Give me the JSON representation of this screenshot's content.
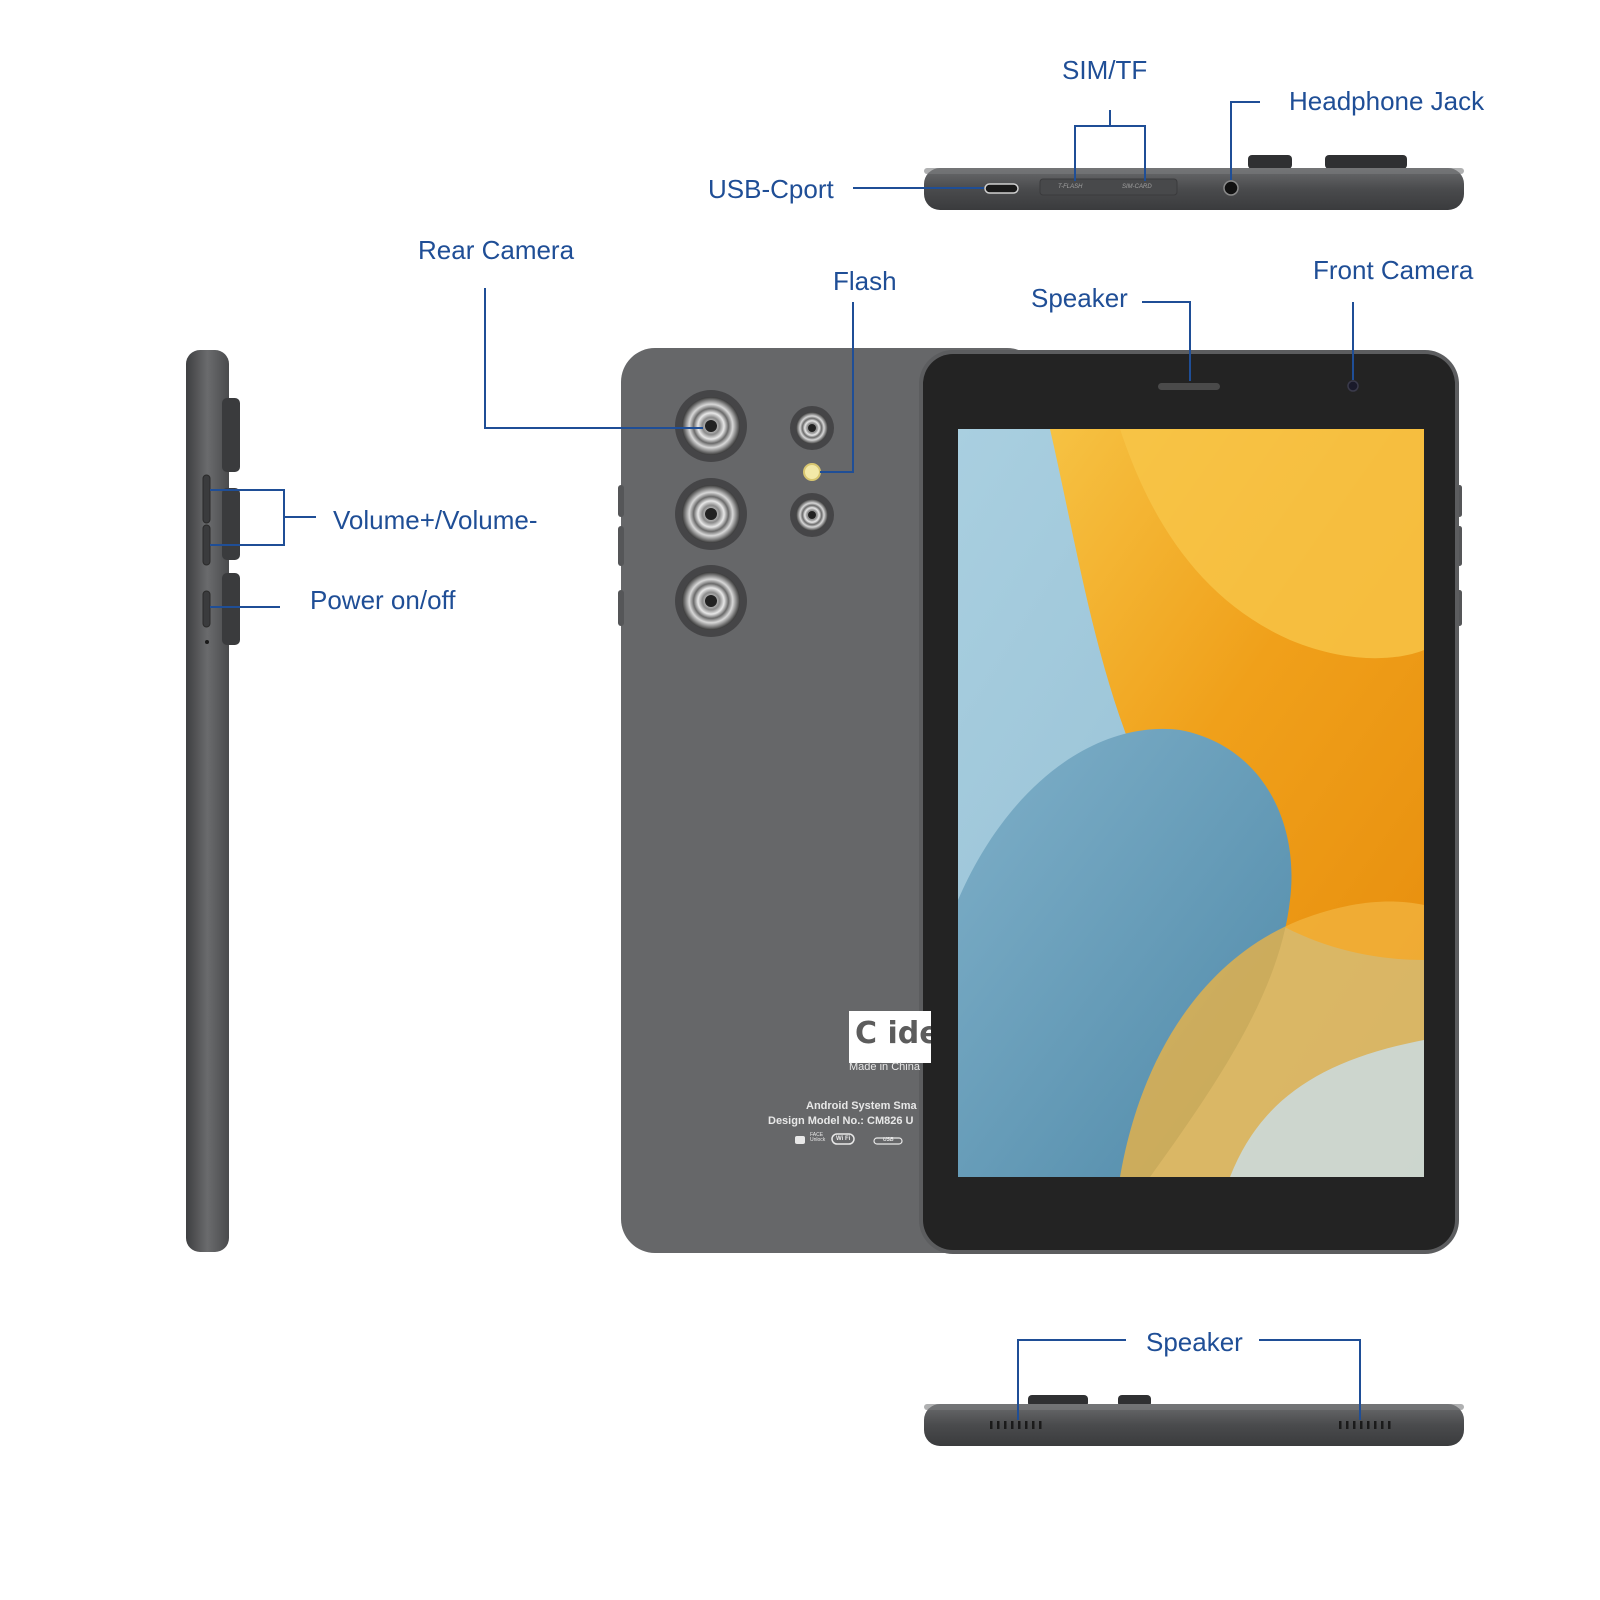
{
  "labels": {
    "sim_tf": "SIM/TF",
    "headphone_jack": "Headphone Jack",
    "usb_cport": "USB-Cport",
    "rear_camera": "Rear Camera",
    "flash": "Flash",
    "speaker_top": "Speaker",
    "front_camera": "Front Camera",
    "volume": "Volume+/Volume-",
    "power": "Power on/off",
    "speaker_bottom": "Speaker"
  },
  "device_print": {
    "brand": "C ide",
    "origin": "Made in China",
    "line1": "Android System Sma",
    "line2": "Design Model No.: CM826 U",
    "slot_tflash": "T-FLASH",
    "slot_simcard": "SIM-CARD",
    "cert_face": "FACE Unlock",
    "cert_wifi": "Wi Fi",
    "cert_usb": "USB"
  },
  "colors": {
    "label_blue": "#1f4e96",
    "device_gray": "#666769",
    "bezel_black": "#232323",
    "edge_dark": "#4a4b4d",
    "wallpaper_blue": "#9fc6d8",
    "wallpaper_orange": "#f2a81d"
  }
}
